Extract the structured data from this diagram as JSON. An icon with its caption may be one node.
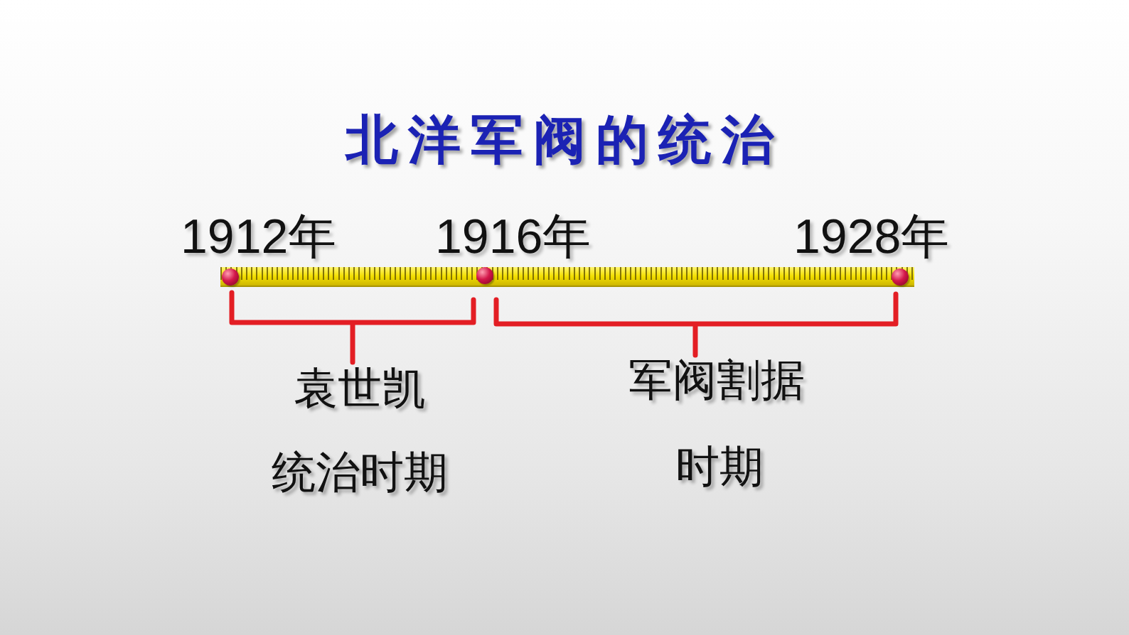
{
  "diagram": {
    "title": "北洋军阀的统治",
    "labels": [
      "1912年",
      "1916年",
      "1928年",
      "袁世凯",
      "统治时期",
      "军阀割据",
      "时期"
    ]
  }
}
